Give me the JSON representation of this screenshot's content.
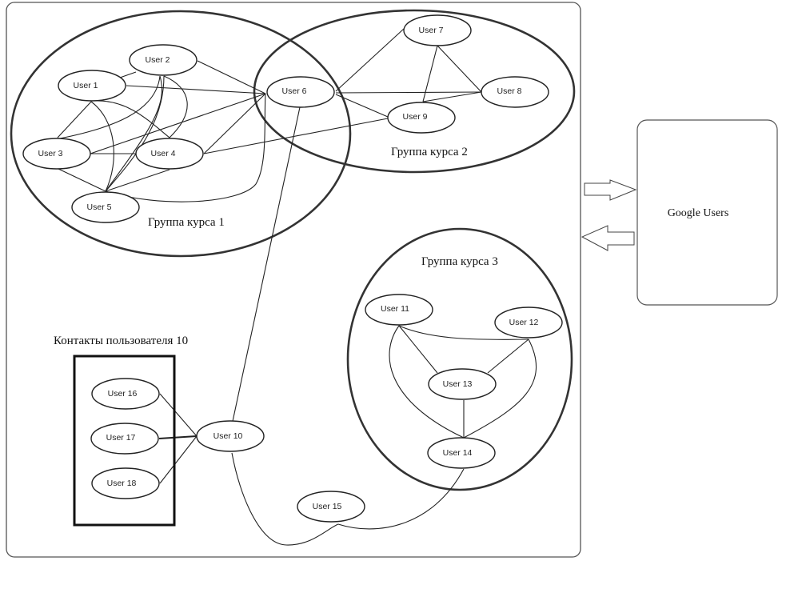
{
  "diagram": {
    "groups": [
      {
        "id": "g1",
        "label": "Группа курса 1"
      },
      {
        "id": "g2",
        "label": "Группа курса 2"
      },
      {
        "id": "g3",
        "label": "Группа курса 3"
      }
    ],
    "contacts_box": {
      "label": "Контакты пользователя 10"
    },
    "external": {
      "label": "Google Users"
    },
    "nodes": [
      {
        "id": "u1",
        "label": "User 1"
      },
      {
        "id": "u2",
        "label": "User 2"
      },
      {
        "id": "u3",
        "label": "User 3"
      },
      {
        "id": "u4",
        "label": "User 4"
      },
      {
        "id": "u5",
        "label": "User 5"
      },
      {
        "id": "u6",
        "label": "User 6"
      },
      {
        "id": "u7",
        "label": "User 7"
      },
      {
        "id": "u8",
        "label": "User 8"
      },
      {
        "id": "u9",
        "label": "User 9"
      },
      {
        "id": "u10",
        "label": "User 10"
      },
      {
        "id": "u11",
        "label": "User 11"
      },
      {
        "id": "u12",
        "label": "User 12"
      },
      {
        "id": "u13",
        "label": "User 13"
      },
      {
        "id": "u14",
        "label": "User 14"
      },
      {
        "id": "u15",
        "label": "User 15"
      },
      {
        "id": "u16",
        "label": "User 16"
      },
      {
        "id": "u17",
        "label": "User 17"
      },
      {
        "id": "u18",
        "label": "User 18"
      }
    ],
    "edges": [
      [
        "u1",
        "u2"
      ],
      [
        "u1",
        "u6"
      ],
      [
        "u1",
        "u3"
      ],
      [
        "u1",
        "u4"
      ],
      [
        "u1",
        "u5"
      ],
      [
        "u2",
        "u6"
      ],
      [
        "u2",
        "u3"
      ],
      [
        "u2",
        "u4"
      ],
      [
        "u2",
        "u5"
      ],
      [
        "u3",
        "u4"
      ],
      [
        "u3",
        "u6"
      ],
      [
        "u3",
        "u5"
      ],
      [
        "u4",
        "u6"
      ],
      [
        "u4",
        "u9"
      ],
      [
        "u4",
        "u5"
      ],
      [
        "u5",
        "u6"
      ],
      [
        "u6",
        "u7"
      ],
      [
        "u6",
        "u8"
      ],
      [
        "u6",
        "u9"
      ],
      [
        "u6",
        "u10"
      ],
      [
        "u7",
        "u8"
      ],
      [
        "u7",
        "u9"
      ],
      [
        "u8",
        "u9"
      ],
      [
        "u10",
        "u16"
      ],
      [
        "u10",
        "u17"
      ],
      [
        "u10",
        "u18"
      ],
      [
        "u10",
        "u15"
      ],
      [
        "u11",
        "u12"
      ],
      [
        "u11",
        "u13"
      ],
      [
        "u11",
        "u14"
      ],
      [
        "u12",
        "u13"
      ],
      [
        "u12",
        "u14"
      ],
      [
        "u13",
        "u14"
      ],
      [
        "u14",
        "u15"
      ]
    ],
    "arrows": [
      {
        "direction": "right",
        "meaning": "to Google Users"
      },
      {
        "direction": "left",
        "meaning": "from Google Users"
      }
    ]
  }
}
